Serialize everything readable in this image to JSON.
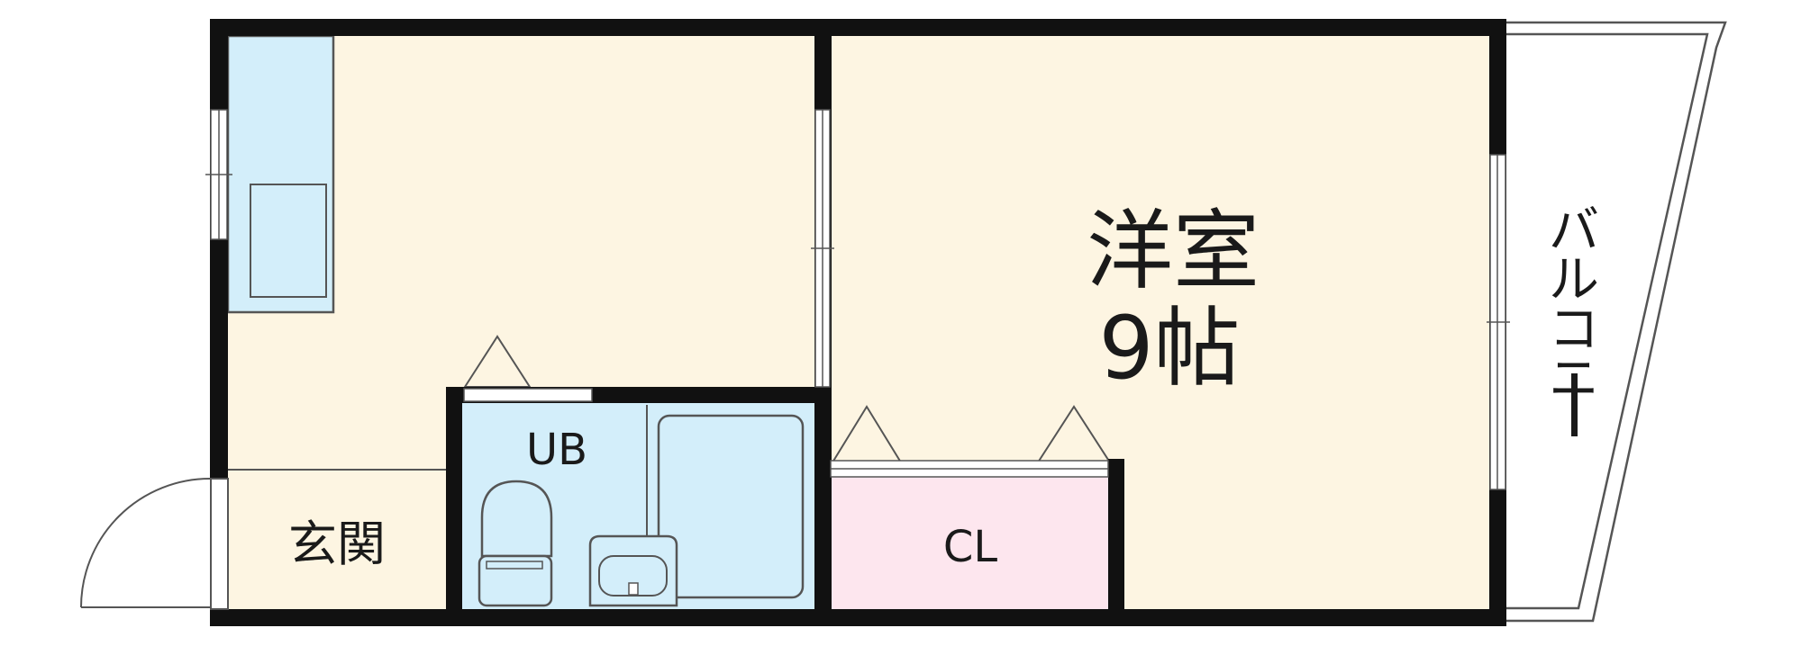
{
  "floor_plan": {
    "rooms": {
      "western_room": {
        "label": "洋室",
        "size": "9帖"
      },
      "bathroom": {
        "label": "UB"
      },
      "closet": {
        "label": "CL"
      },
      "entrance": {
        "label": "玄関"
      },
      "balcony": {
        "label": "バルコニー",
        "label_chars": [
          "バ",
          "ル",
          "コ",
          "ニ",
          "ー"
        ]
      }
    },
    "colors": {
      "wall": "#111111",
      "floor": "#fdf5e2",
      "wet_area": "#d3eefa",
      "closet": "#fde6ee",
      "line": "#555555",
      "balcony_fill": "#ffffff"
    }
  }
}
